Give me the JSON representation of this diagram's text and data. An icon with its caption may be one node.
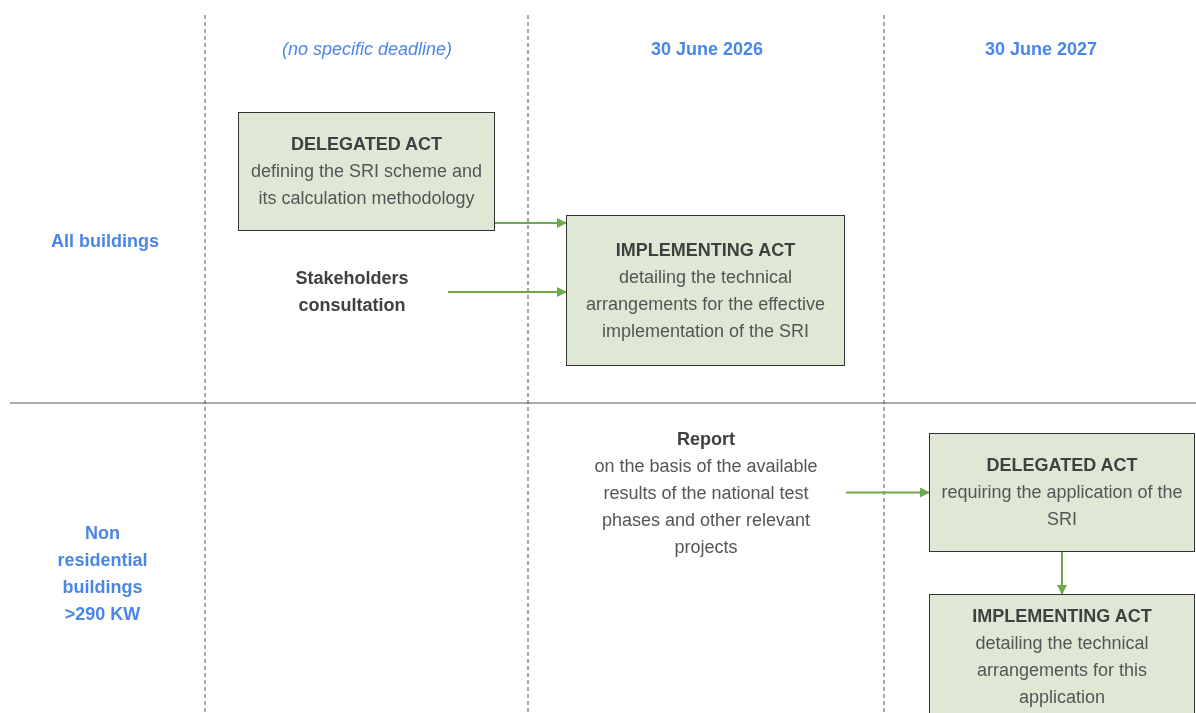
{
  "diagram": {
    "nodes": [
      {
        "text": [
          "DELEGATED ACT",
          "defining the SRI scheme and its calculation methodology"
        ]
      },
      {
        "text": [
          "Stakeholders consultation"
        ]
      },
      {
        "text": [
          "IMPLEMENTING ACT",
          "detailing the technical arrangements for the effective implementation of the SRI"
        ]
      },
      {
        "text": [
          "Report",
          "on the basis of the available results of the national test phases and other relevant projects"
        ]
      },
      {
        "text": [
          "DELEGATED ACT",
          "requiring the application of the SRI"
        ]
      },
      {
        "text": [
          "IMPLEMENTING ACT",
          "detailing the technical arrangements for this application"
        ]
      }
    ],
    "edges": [
      {
        "from": 0,
        "to": 2,
        "arrow": "to"
      },
      {
        "from": 1,
        "to": 2,
        "arrow": "to"
      },
      {
        "from": 3,
        "to": 4,
        "arrow": "to"
      },
      {
        "from": 4,
        "to": 5,
        "arrow": "to"
      }
    ],
    "labels": [
      "(no specific deadline)",
      "30 June 2026",
      "30 June 2027",
      "All buildings",
      "Non residential buildings >290 KW"
    ]
  }
}
